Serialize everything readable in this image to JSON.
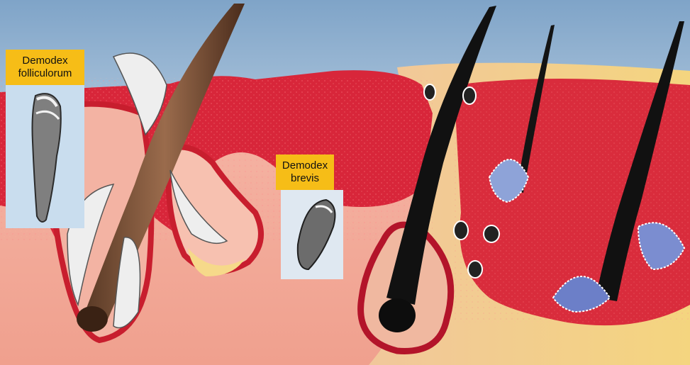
{
  "labels": {
    "folliculorum": {
      "line1": "Demodex",
      "line2": "folliculorum"
    },
    "brevis": {
      "line1": "Demodex",
      "line2": "brevis"
    }
  },
  "colors": {
    "label_bg": "#f6bd17",
    "tissue_red": "#d8263a",
    "dermis_pink": "#f2a79a",
    "fat_yellow": "#f3d27a",
    "sky_blue": "#b7cce0"
  }
}
